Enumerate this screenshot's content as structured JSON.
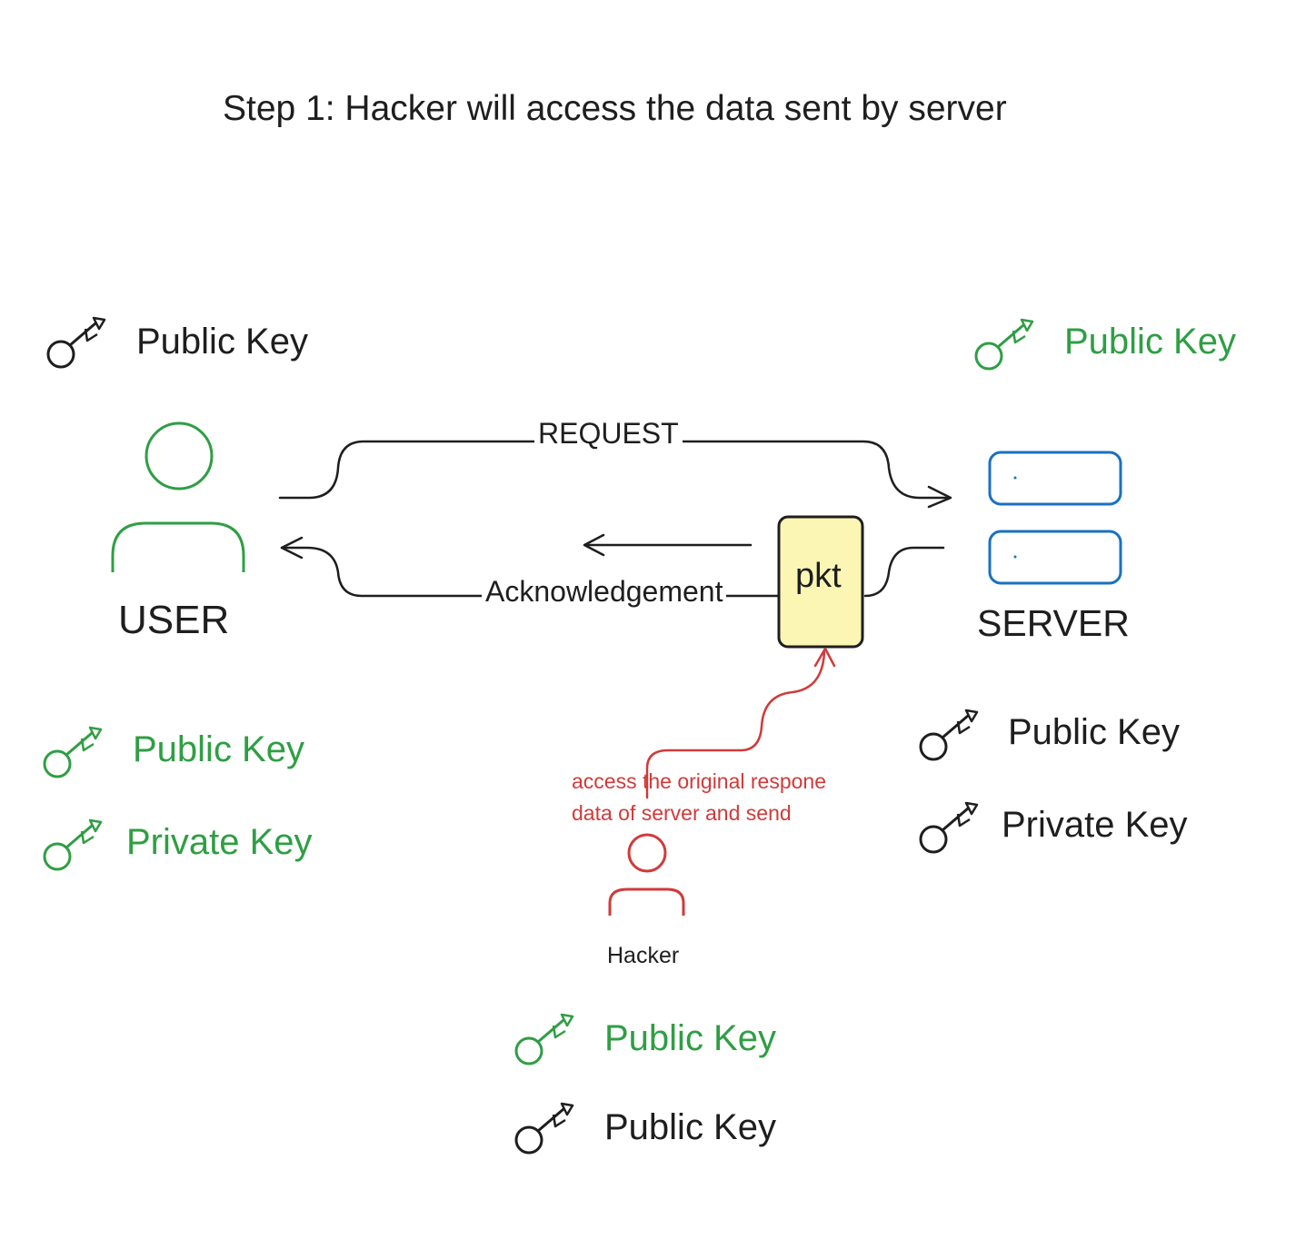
{
  "title": "Step 1: Hacker will access the data sent by server",
  "colors": {
    "ink": "#1e1e1e",
    "green": "#2f9e44",
    "blue": "#1971c2",
    "red": "#d13a3a",
    "packet_fill": "#fbf6b4"
  },
  "user": {
    "label": "USER",
    "top_key": {
      "label": "Public Key",
      "color": "#1e1e1e",
      "icon": "key-icon"
    },
    "keys": [
      {
        "label": "Public Key",
        "color": "#2f9e44",
        "icon": "key-icon"
      },
      {
        "label": "Private Key",
        "color": "#2f9e44",
        "icon": "key-icon"
      }
    ]
  },
  "server": {
    "label": "SERVER",
    "top_key": {
      "label": "Public Key",
      "color": "#2f9e44",
      "icon": "key-icon"
    },
    "keys": [
      {
        "label": "Public Key",
        "color": "#1e1e1e",
        "icon": "key-icon"
      },
      {
        "label": "Private Key",
        "color": "#1e1e1e",
        "icon": "key-icon"
      }
    ]
  },
  "hacker": {
    "label": "Hacker",
    "note_lines": [
      "access the original respone",
      "data of server and send"
    ],
    "keys": [
      {
        "label": "Public Key",
        "color": "#2f9e44",
        "icon": "key-icon"
      },
      {
        "label": "Public Key",
        "color": "#1e1e1e",
        "icon": "key-icon"
      }
    ]
  },
  "edges": {
    "request": "REQUEST",
    "acknowledgement": "Acknowledgement"
  },
  "packet": {
    "label": "pkt"
  }
}
